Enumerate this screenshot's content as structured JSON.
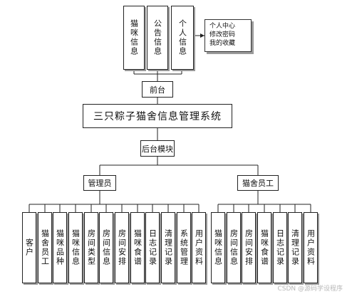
{
  "top_modules": [
    "猫咪信息",
    "公告信息",
    "个人信息"
  ],
  "personal_submenu": [
    "个人中心",
    "修改密码",
    "我的收藏"
  ],
  "frontend": "前台",
  "system_title": "三只粽子猫舍信息管理系统",
  "backend": "后台模块",
  "admin": {
    "label": "管理员",
    "modules": [
      "客户",
      "猫舍员工",
      "猫咪品种",
      "猫咪信息",
      "房间类型",
      "房间信息",
      "房间安排",
      "猫咪食谱",
      "日志记录",
      "清理记录",
      "系统管理",
      "用户资料"
    ]
  },
  "staff": {
    "label": "猫舍员工",
    "modules": [
      "猫咪信息",
      "房间信息",
      "房间安排",
      "猫咪食谱",
      "日志记录",
      "清理记录",
      "用户资料"
    ]
  },
  "watermark": "CSDN @源码学设程序"
}
